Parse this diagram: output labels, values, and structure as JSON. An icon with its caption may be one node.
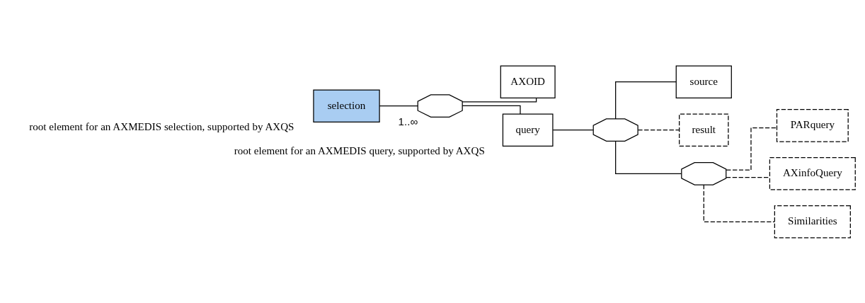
{
  "diagram": {
    "nodes": [
      {
        "text": [
          "selection"
        ],
        "beside": [
          "root element for an AXMEDIS selection, supported by AXQS"
        ]
      },
      {
        "text": [],
        "shape": "octagon",
        "beside": [
          "1..∞"
        ]
      },
      {
        "text": [
          "AXOID"
        ]
      },
      {
        "text": [
          "query"
        ],
        "beside": [
          "root element for an AXMEDIS query, supported by AXQS"
        ]
      },
      {
        "text": [],
        "shape": "octagon"
      },
      {
        "text": [
          "source"
        ]
      },
      {
        "text": [
          "result"
        ]
      },
      {
        "text": [],
        "shape": "octagon"
      },
      {
        "text": [
          "PARquery"
        ]
      },
      {
        "text": [
          "AXinfoQuery"
        ]
      },
      {
        "text": [
          "Similarities"
        ]
      }
    ],
    "edges": [
      {
        "from": 0,
        "to": 1,
        "arrow": "none"
      },
      {
        "from": 1,
        "to": 2,
        "arrow": "none"
      },
      {
        "from": 1,
        "to": 3,
        "arrow": "none"
      },
      {
        "from": 3,
        "to": 4,
        "arrow": "none"
      },
      {
        "from": 4,
        "to": 5,
        "arrow": "none"
      },
      {
        "from": 4,
        "to": 6,
        "arrow": "none",
        "style": "dashed"
      },
      {
        "from": 4,
        "to": 7,
        "arrow": "none"
      },
      {
        "from": 7,
        "to": 8,
        "arrow": "none",
        "style": "dashed"
      },
      {
        "from": 7,
        "to": 9,
        "arrow": "none",
        "style": "dashed"
      },
      {
        "from": 7,
        "to": 10,
        "arrow": "none",
        "style": "dashed"
      }
    ]
  }
}
